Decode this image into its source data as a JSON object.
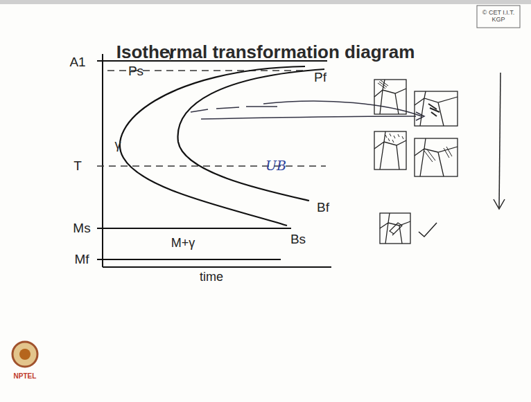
{
  "diagram": {
    "title": "Isothermal transformation diagram",
    "labels": [
      "© CET I.I.T. KGP",
      "A1",
      "γ",
      "Ps",
      "Pf",
      "γ",
      "T",
      "UB",
      "Bf",
      "Ms",
      "Bs",
      "M+γ",
      "Mf",
      "time",
      "NPTEL"
    ]
  }
}
